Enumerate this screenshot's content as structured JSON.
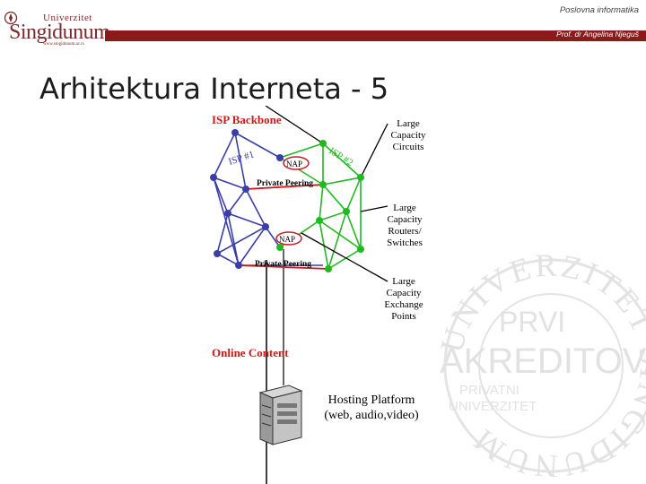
{
  "header": {
    "logo": {
      "top_text": "Univerzitet",
      "main_text": "Singidunum",
      "url": "www.singidunum.ac.rs"
    },
    "course": "Poslovna informatika",
    "author": "Prof. dr Angelina Njeguš"
  },
  "slide": {
    "title": "Arhitektura Interneta - 5"
  },
  "diagram": {
    "isp_backbone": "ISP Backbone",
    "isp1": "ISP #1",
    "isp2": "ISP #2",
    "nap_top": "NAP",
    "nap_bottom": "NAP",
    "private_peering_top": "Private Peering",
    "private_peering_bottom": "Private Peering",
    "callout_circuits": "Large Capacity Circuits",
    "callout_routers": "Large Capacity Routers/ Switches",
    "callout_exchange": "Large Capacity Exchange Points",
    "online_content": "Online Content",
    "hosting_platform": "Hosting Platform (web, audio,video)",
    "colors": {
      "isp1": "#3a3fa8",
      "isp2": "#22b822",
      "accent_red": "#d01818",
      "nap_ring": "#c0202a"
    }
  },
  "watermark": {
    "ring_text": "UNIVERZITET SINGIDUNUM",
    "line1": "PRVI",
    "line2": "PRIVATNI",
    "line3": "UNIVERZITET",
    "line4": "AKREDITOVANI"
  }
}
